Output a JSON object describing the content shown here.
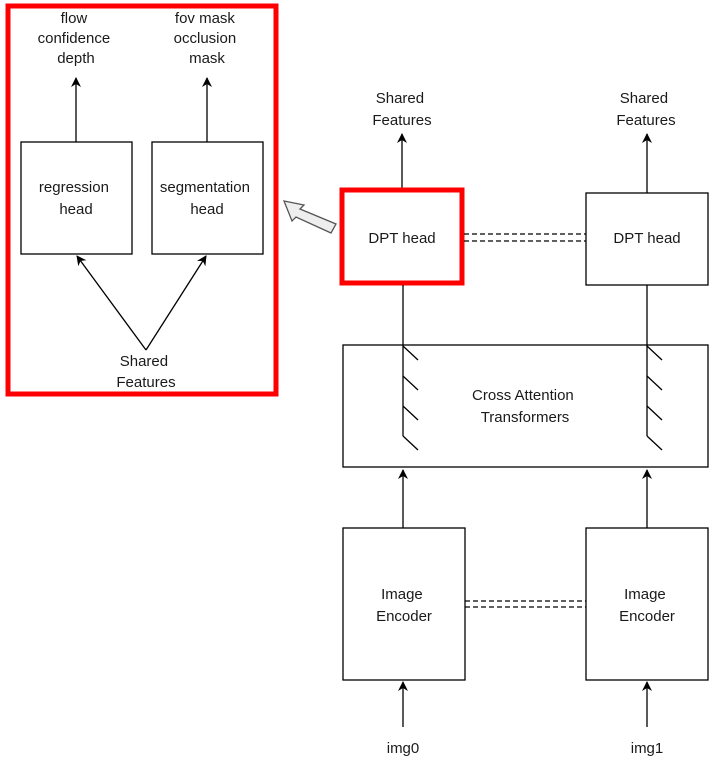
{
  "colors": {
    "highlight": "#ff0000",
    "stroke": "#000000",
    "callout_arrow_fill": "#eeeeee",
    "callout_arrow_stroke": "#555555",
    "text": "#1a1a1a"
  },
  "detail_panel": {
    "regression_outputs": [
      "flow",
      "confidence",
      "depth"
    ],
    "segmentation_outputs": [
      "fov mask",
      "occlusion",
      "mask"
    ],
    "regression_head": [
      "regression",
      "head"
    ],
    "segmentation_head": [
      "segmentation",
      "head"
    ],
    "shared_features": [
      "Shared",
      "Features"
    ]
  },
  "pipeline": {
    "left": {
      "output": [
        "Shared",
        "Features"
      ],
      "dpt_head": "DPT head",
      "encoder": [
        "Image",
        "Encoder"
      ],
      "input": "img0"
    },
    "right": {
      "output": [
        "Shared",
        "Features"
      ],
      "dpt_head": "DPT head",
      "encoder": [
        "Image",
        "Encoder"
      ],
      "input": "img1"
    },
    "cross_attention": [
      "Cross Attention",
      "Transformers"
    ]
  }
}
